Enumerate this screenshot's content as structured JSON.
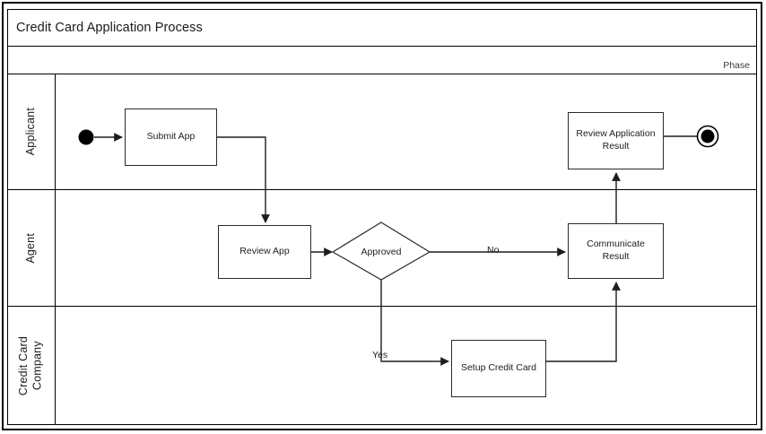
{
  "pool": {
    "title": "Credit Card Application Process",
    "phase_label": "Phase"
  },
  "lanes": [
    {
      "id": "applicant",
      "label": "Applicant"
    },
    {
      "id": "agent",
      "label": "Agent"
    },
    {
      "id": "credit-card-company",
      "label": "Credit Card\nCompany"
    }
  ],
  "nodes": {
    "start_event": {
      "type": "start-event",
      "label": ""
    },
    "submit_app": {
      "type": "task",
      "label": "Submit App"
    },
    "review_app": {
      "type": "task",
      "label": "Review App"
    },
    "approved_gateway": {
      "type": "gateway",
      "label": "Approved"
    },
    "setup_credit_card": {
      "type": "task",
      "label": "Setup Credit Card"
    },
    "communicate_result": {
      "type": "task",
      "label": "Communicate\nResult"
    },
    "review_application_result": {
      "type": "task",
      "label": "Review Application\nResult"
    },
    "end_event": {
      "type": "end-event",
      "label": ""
    }
  },
  "edge_labels": {
    "no_branch": "No",
    "yes_branch": "Yes"
  },
  "colors": {
    "stroke": "#2b2b2b",
    "frame": "#000000",
    "text": "#1d1d1d",
    "background": "#ffffff",
    "event_fill": "#000000"
  }
}
